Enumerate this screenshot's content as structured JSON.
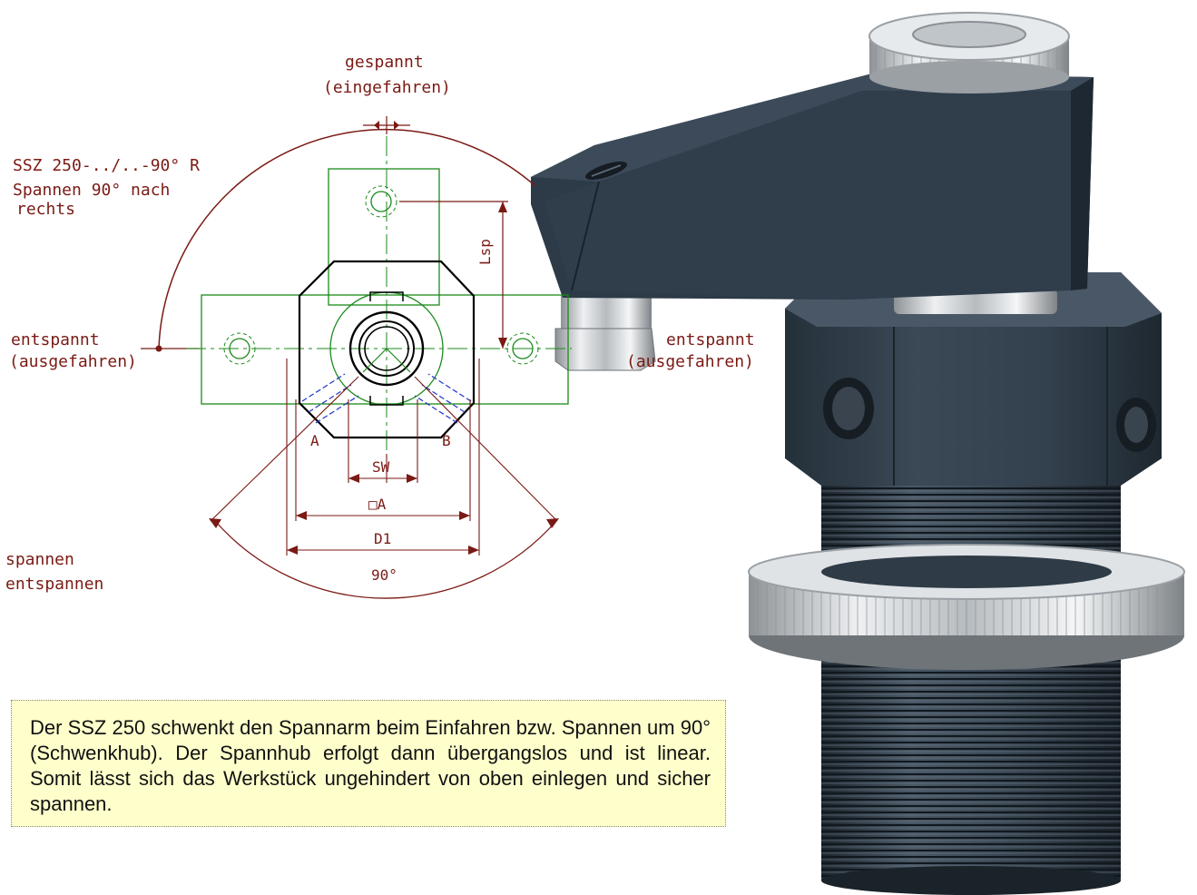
{
  "labels": {
    "top_state": "gespannt",
    "top_state_sub": "(eingefahren)",
    "model_line1": "SSZ 250-../..-90° R",
    "model_line2": "Spannen 90° nach",
    "model_line3": "rechts",
    "left_state": "entspannt",
    "left_state_sub": "(ausgefahren)",
    "right_state": "entspannt",
    "right_state_sub": "(ausgefahren)",
    "legend_clamp": "spannen",
    "legend_unclamp": "entspannen",
    "lsp": "Lsp",
    "port_a": "A",
    "port_b": "B",
    "sw": "SW",
    "square_a": "□A",
    "d1": "D1",
    "angle": "90°"
  },
  "description": "Der SSZ 250 schwenkt den Spannarm beim Einfahren bzw. Spannen um 90° (Schwenkhub). Der Spannhub erfolgt dann übergangslos und ist linear. Somit lässt sich das Werkstück ungehindert von oben einlegen und sicher spannen.",
  "colors": {
    "dimension": "#7a1a14",
    "contour": "#000000",
    "arm_outline": "#1a8a1a",
    "hidden_ports": "#2233cc",
    "body_dark": "#2f3b47",
    "steel": "#c8ccd0",
    "note_bg": "#ffffcc"
  }
}
